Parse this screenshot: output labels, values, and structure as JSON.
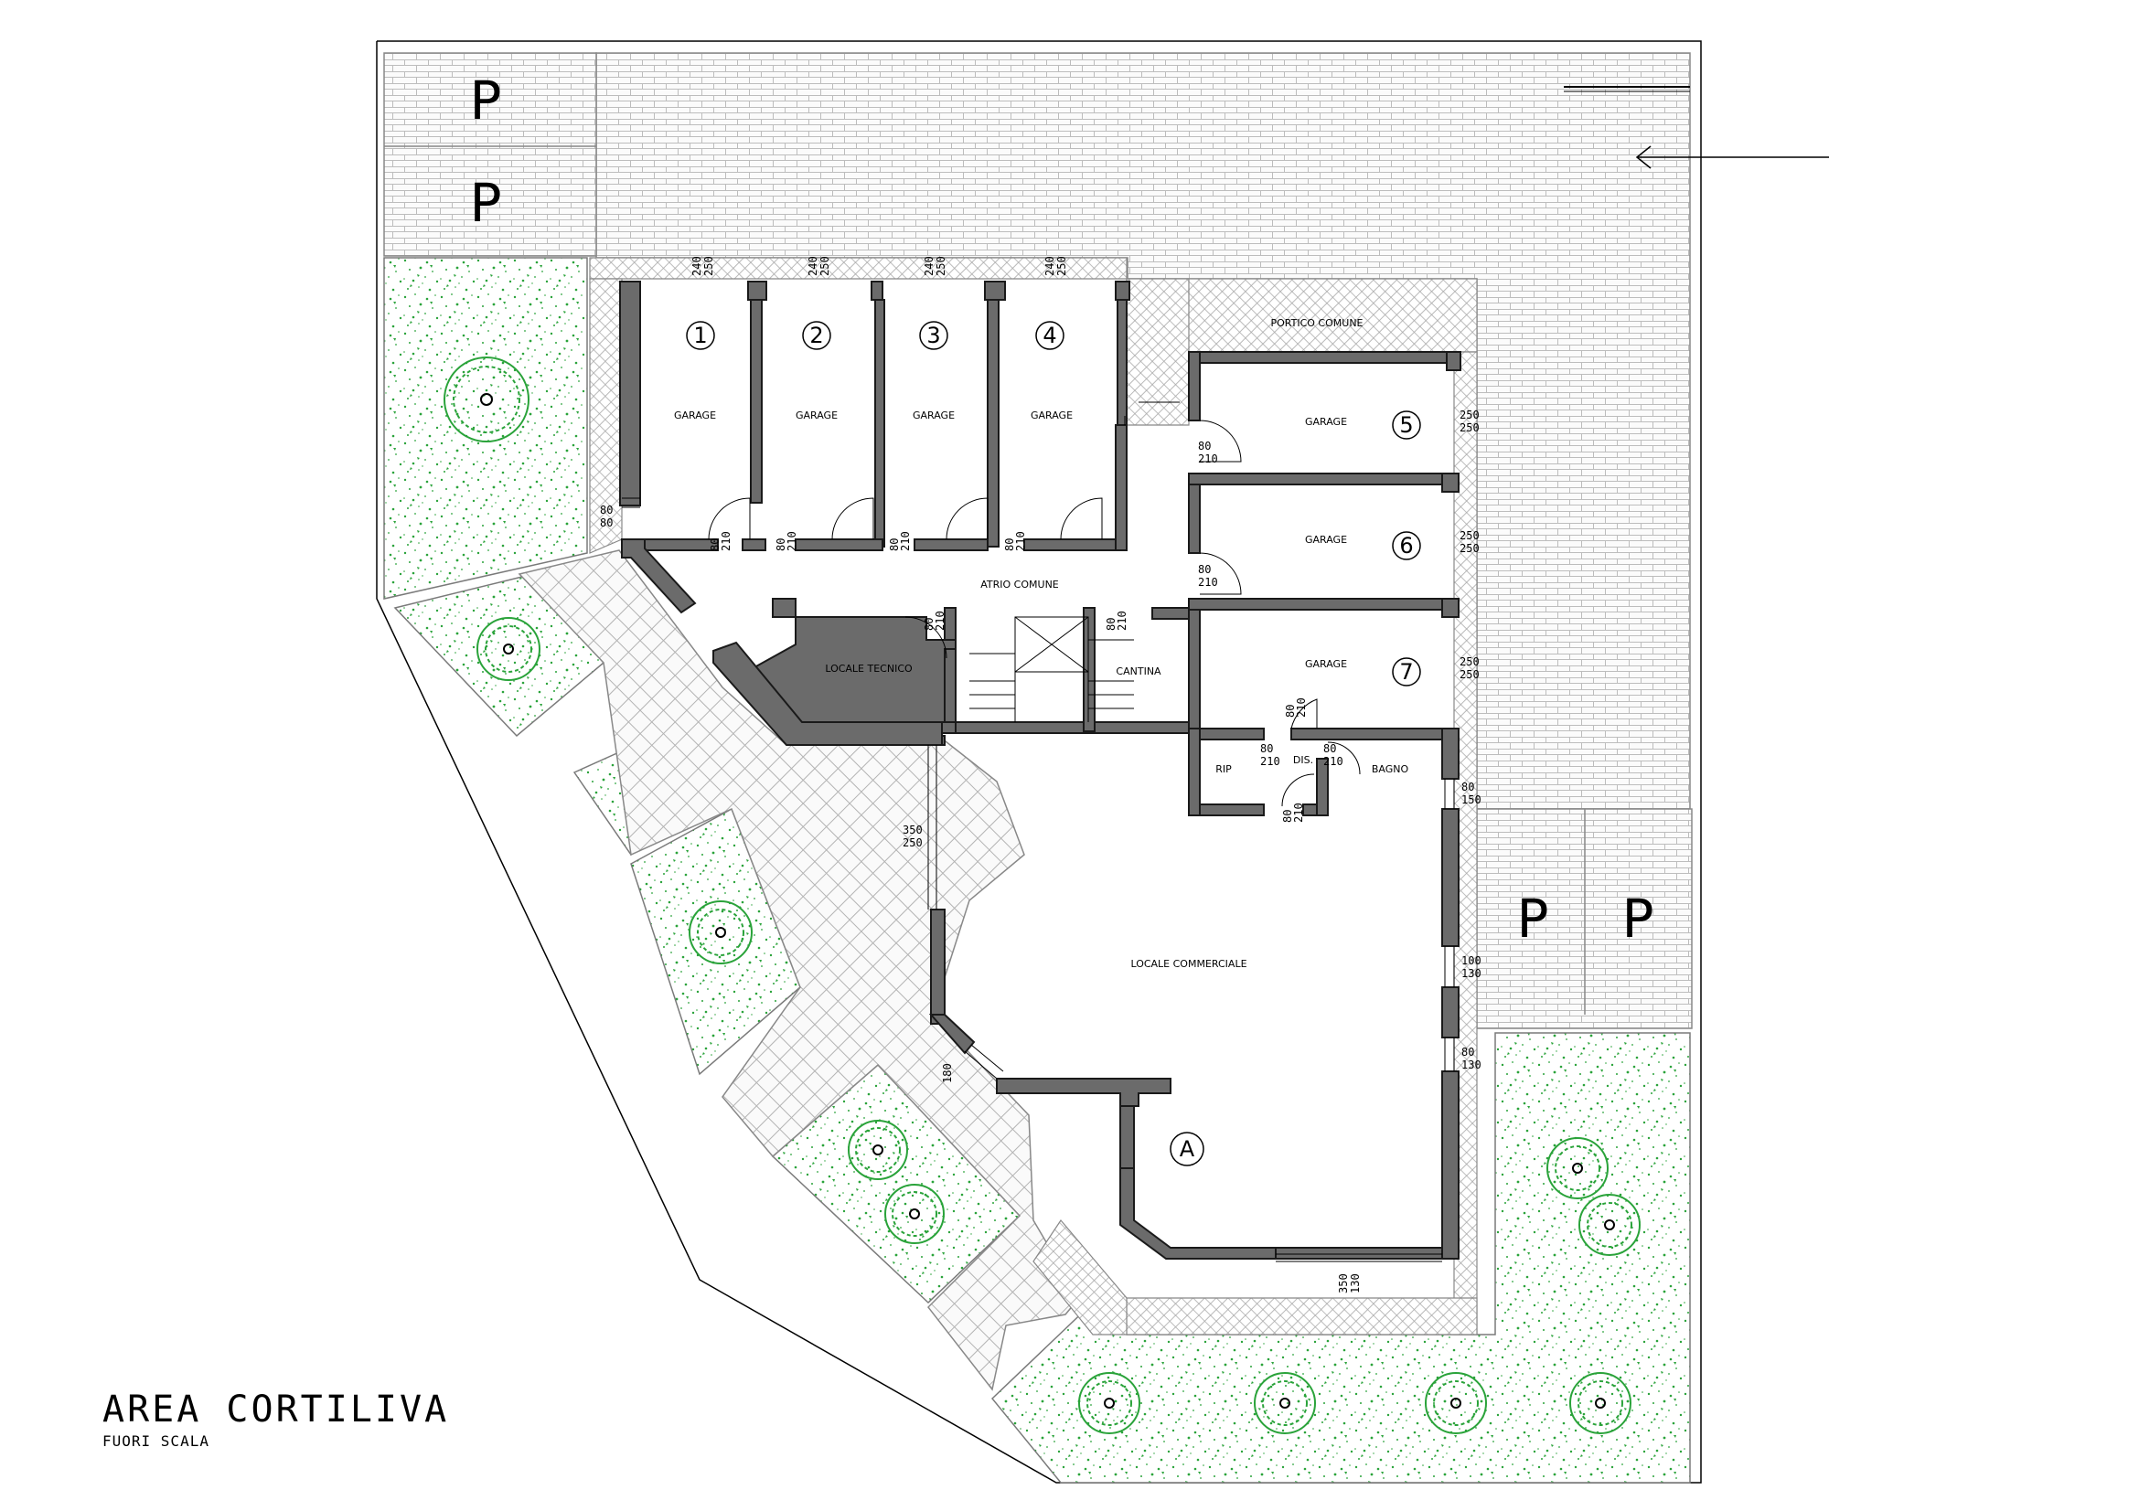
{
  "title": "AREA CORTILIVA",
  "subtitle": "FUORI SCALA",
  "rooms": {
    "garage_label": "GARAGE",
    "garage_numbers": [
      "1",
      "2",
      "3",
      "4",
      "5",
      "6",
      "7"
    ],
    "portico": "PORTICO COMUNE",
    "atrio": "ATRIO COMUNE",
    "locale_tecnico": "LOCALE TECNICO",
    "cantina": "CANTINA",
    "ripostiglio": "RIP",
    "disimpegno": "DIS.",
    "bagno": "BAGNO",
    "locale_commerciale": "LOCALE COMMERCIALE"
  },
  "entrance_marker": "A",
  "parking_symbol": "P",
  "dimensions": {
    "garage_door_top": [
      "240",
      "250"
    ],
    "garage_door_right": [
      "250",
      "250"
    ],
    "door_80_210": [
      "80",
      "210"
    ],
    "window_80_80": [
      "80",
      "80"
    ],
    "window_80_150": [
      "80",
      "150"
    ],
    "window_100_130": [
      "100",
      "130"
    ],
    "window_80_130": [
      "80",
      "130"
    ],
    "window_350_250": [
      "350",
      "250"
    ],
    "window_350_130": [
      "350",
      "130"
    ],
    "window_180": [
      "180"
    ]
  },
  "colors": {
    "wall": "#6b6b6b",
    "greenery": "#2aa33a",
    "paving": "#bdbdbd",
    "hatch": "#9a9a9a"
  }
}
